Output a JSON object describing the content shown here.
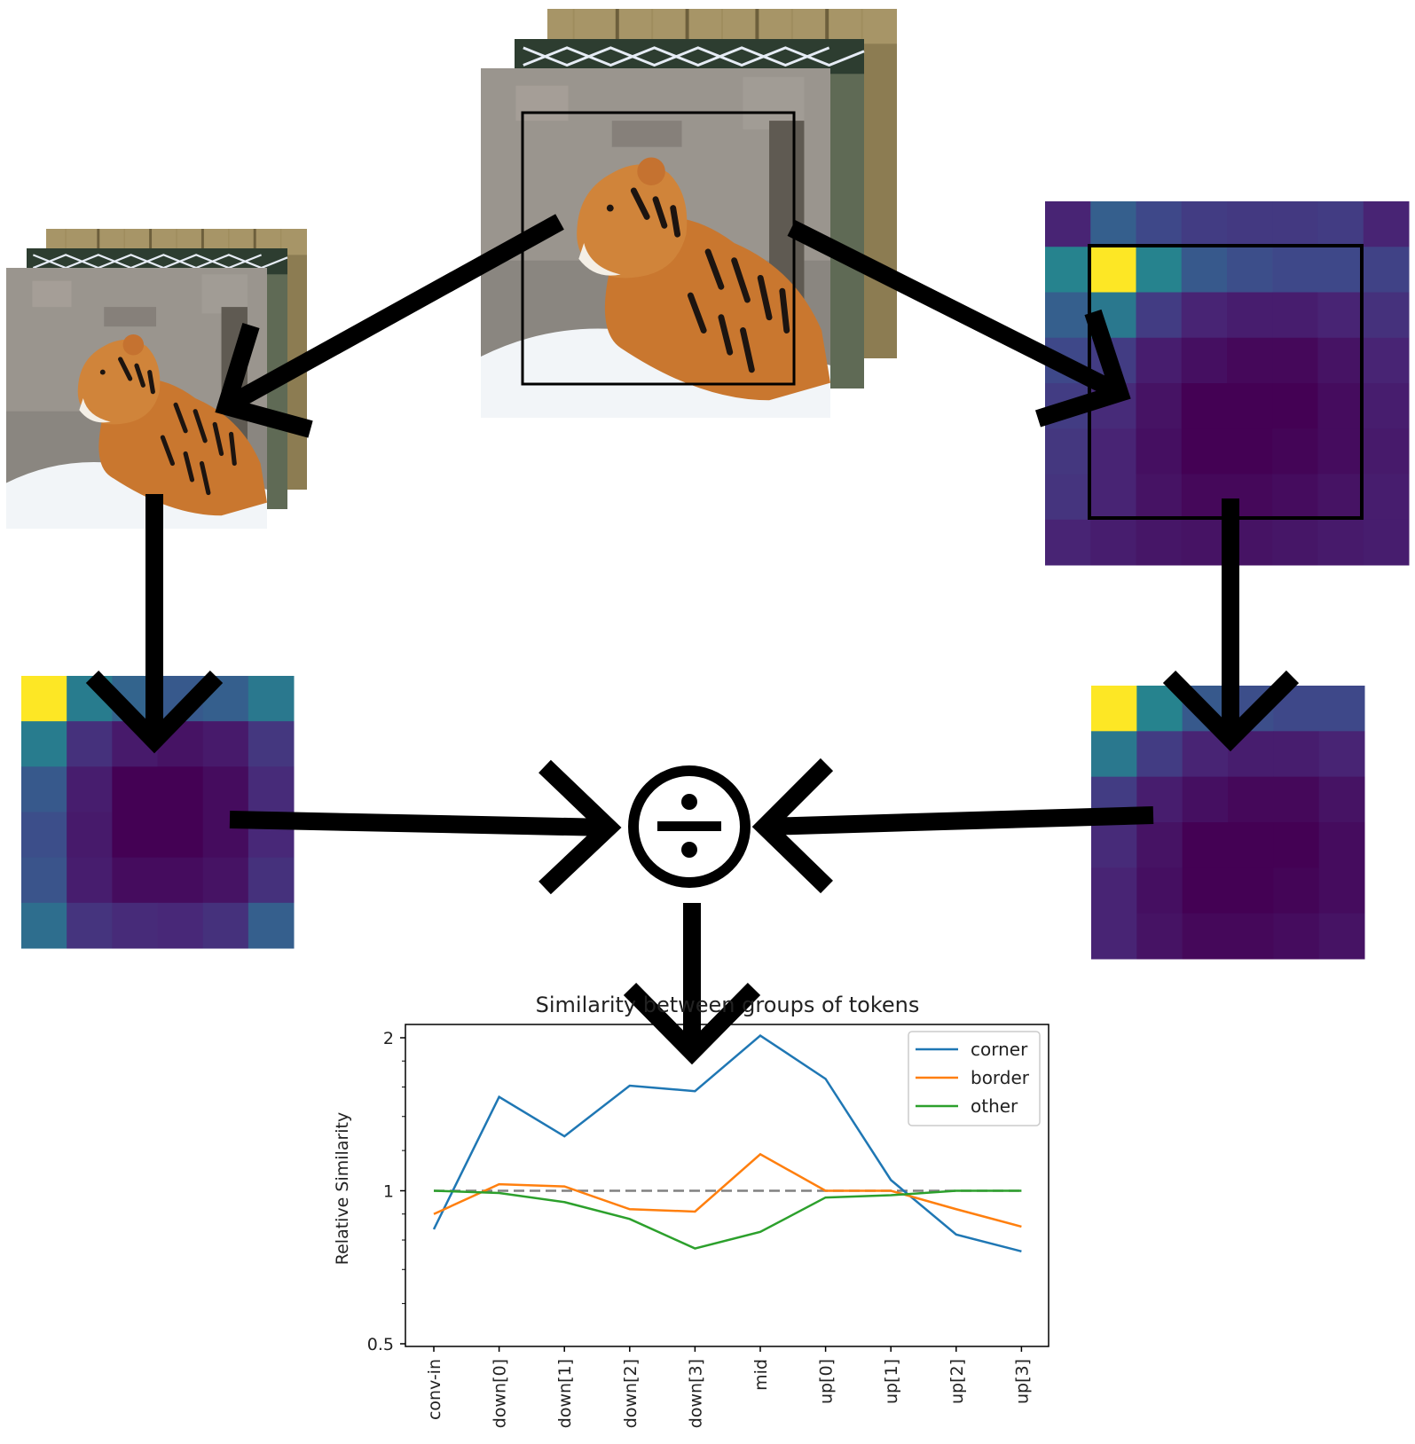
{
  "colors": {
    "arrow": "#000000",
    "corner": "#1f77b4",
    "border": "#ff7f0e",
    "other": "#2ca02c",
    "reference_line": "#808080",
    "viridis_high": "#fde725",
    "viridis_low": "#440154"
  },
  "icons": {
    "photo_stacks": "tiger-photo",
    "operator": "division-icon"
  },
  "heatmaps": {
    "small_crop": [
      [
        1.0,
        0.42,
        0.32,
        0.28,
        0.3,
        0.4
      ],
      [
        0.42,
        0.14,
        0.07,
        0.05,
        0.07,
        0.16
      ],
      [
        0.28,
        0.08,
        0.0,
        0.0,
        0.03,
        0.12
      ],
      [
        0.24,
        0.07,
        0.0,
        0.0,
        0.03,
        0.11
      ],
      [
        0.26,
        0.08,
        0.03,
        0.03,
        0.05,
        0.14
      ],
      [
        0.36,
        0.15,
        0.12,
        0.11,
        0.14,
        0.3
      ]
    ],
    "full_image": [
      [
        0.1,
        0.3,
        0.22,
        0.18,
        0.17,
        0.17,
        0.18,
        0.1
      ],
      [
        0.45,
        1.0,
        0.45,
        0.28,
        0.24,
        0.22,
        0.22,
        0.2
      ],
      [
        0.3,
        0.4,
        0.18,
        0.1,
        0.08,
        0.08,
        0.1,
        0.14
      ],
      [
        0.22,
        0.18,
        0.08,
        0.04,
        0.02,
        0.02,
        0.05,
        0.1
      ],
      [
        0.18,
        0.12,
        0.05,
        0.0,
        0.0,
        0.0,
        0.03,
        0.08
      ],
      [
        0.16,
        0.1,
        0.04,
        0.0,
        0.0,
        0.01,
        0.03,
        0.07
      ],
      [
        0.15,
        0.1,
        0.05,
        0.02,
        0.02,
        0.03,
        0.05,
        0.08
      ],
      [
        0.1,
        0.08,
        0.06,
        0.05,
        0.05,
        0.06,
        0.07,
        0.08
      ]
    ],
    "cropped_map": [
      [
        1.0,
        0.45,
        0.28,
        0.24,
        0.22,
        0.22
      ],
      [
        0.4,
        0.18,
        0.1,
        0.08,
        0.08,
        0.1
      ],
      [
        0.18,
        0.08,
        0.04,
        0.02,
        0.02,
        0.05
      ],
      [
        0.12,
        0.05,
        0.0,
        0.0,
        0.0,
        0.03
      ],
      [
        0.1,
        0.04,
        0.0,
        0.0,
        0.01,
        0.03
      ],
      [
        0.1,
        0.05,
        0.02,
        0.02,
        0.03,
        0.05
      ]
    ]
  },
  "chart_data": {
    "type": "line",
    "title": "Similarity between groups of tokens",
    "xlabel": "",
    "ylabel": "Relative Similarity",
    "y_scale": "log",
    "ylim": [
      0.5,
      2.1
    ],
    "y_ticks": [
      "0.5",
      "1",
      "2"
    ],
    "categories": [
      "conv-in",
      "down[0]",
      "down[1]",
      "down[2]",
      "down[3]",
      "mid",
      "up[0]",
      "up[1]",
      "up[2]",
      "up[3]"
    ],
    "reference": {
      "value": 1.0,
      "style": "dashed"
    },
    "grid": false,
    "legend_position": "top-right",
    "series": [
      {
        "name": "corner",
        "values": [
          0.84,
          1.53,
          1.28,
          1.61,
          1.57,
          2.02,
          1.66,
          1.05,
          0.82,
          0.76
        ]
      },
      {
        "name": "border",
        "values": [
          0.9,
          1.03,
          1.02,
          0.92,
          0.91,
          1.18,
          1.0,
          1.0,
          0.92,
          0.85
        ]
      },
      {
        "name": "other",
        "values": [
          1.0,
          0.99,
          0.95,
          0.88,
          0.77,
          0.83,
          0.97,
          0.98,
          1.0,
          1.0
        ]
      }
    ]
  }
}
